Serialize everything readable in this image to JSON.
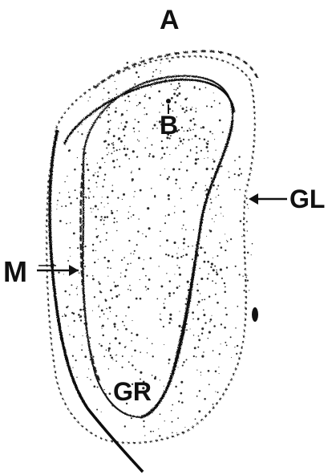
{
  "labels": {
    "a": "A",
    "b": "B",
    "gl": "GL",
    "m": "M",
    "gr": "GR"
  },
  "colors": {
    "ink": "#111111",
    "paper": "#ffffff",
    "stipple": "#2a2a2a"
  }
}
